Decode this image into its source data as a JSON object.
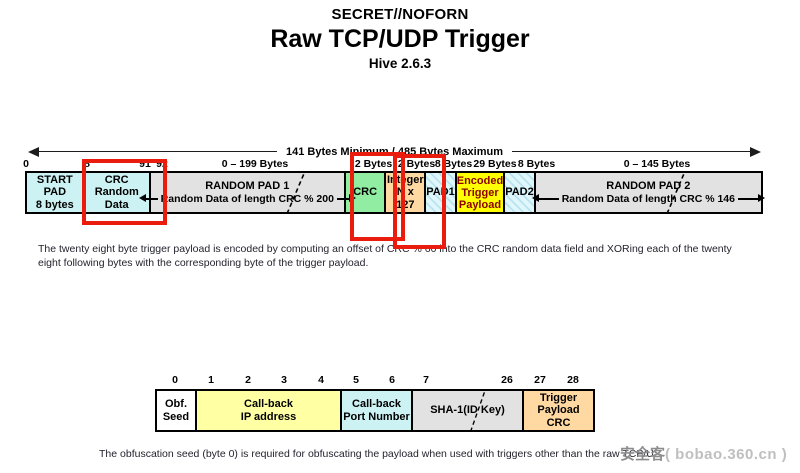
{
  "header": {
    "classification": "SECRET//NOFORN",
    "title": "Raw TCP/UDP Trigger",
    "version": "Hive 2.6.3"
  },
  "top_diagram": {
    "span_label": "141 Bytes Minimum / 485 Bytes Maximum",
    "ticks": [
      "0",
      "8",
      "91",
      "92",
      "0 – 199 Bytes",
      "2 Bytes",
      "2 Bytes",
      "8 Bytes",
      "29 Bytes",
      "8 Bytes",
      "0 – 145 Bytes"
    ],
    "segments": {
      "start_pad": {
        "line1": "START",
        "line2": "PAD",
        "line3": "8 bytes"
      },
      "crc_random_data": {
        "line1": "CRC",
        "line2": "Random",
        "line3": "Data"
      },
      "random_pad_1": {
        "title": "RANDOM PAD 1",
        "detail": "Random Data of length CRC % 200"
      },
      "crc": {
        "label": "CRC"
      },
      "integer": {
        "line1": "Integer",
        "line2": "N x 127"
      },
      "pad1": {
        "label": "PAD1"
      },
      "encoded_trigger_payload": {
        "line1": "Encoded",
        "line2": "Trigger",
        "line3": "Payload"
      },
      "pad2": {
        "label": "PAD2"
      },
      "random_pad_2": {
        "title": "RANDOM PAD 2",
        "detail": "Random Data of length CRC % 146"
      }
    }
  },
  "trigger_encoding_description": "The twenty eight byte trigger payload is encoded by computing an offset of CRC % 60 into the CRC random data field and XORing each of the twenty eight following bytes with the corresponding byte of the trigger payload.",
  "payload_diagram": {
    "ticks": [
      "0",
      "1",
      "2",
      "3",
      "4",
      "5",
      "6",
      "7",
      "26",
      "27",
      "28"
    ],
    "segments": {
      "obf_seed": {
        "line1": "Obf.",
        "line2": "Seed"
      },
      "callback_ip": {
        "line1": "Call-back",
        "line2": "IP address"
      },
      "callback_port": {
        "line1": "Call-back",
        "line2": "Port Number"
      },
      "sha1_id_key": {
        "label": "SHA-1(ID Key)"
      },
      "trigger_payload_crc": {
        "line1": "Trigger",
        "line2": "Payload CRC"
      }
    }
  },
  "obfuscation_seed_note": "The obfuscation seed (byte 0) is required for obfuscating the payload when used with triggers other than the raw TCP/U",
  "watermark": {
    "cn": "安全客",
    "url": "( bobao.360.cn )"
  },
  "colors": {
    "cyan": "#cdf2f4",
    "segment_gray": "#e2e2e2",
    "green": "#90eda2",
    "peach": "#ffd8a2",
    "yellow": "#ffff00",
    "pale_yellow": "#ffffa3",
    "hatch_base": "#dff7fa",
    "hatch_stripe": "#b9e3f0",
    "highlight_red": "#ea1c0d",
    "encoded_text": "#8b0000",
    "text_dark": "#23232e",
    "watermark_gray": "#a2a2a2"
  }
}
